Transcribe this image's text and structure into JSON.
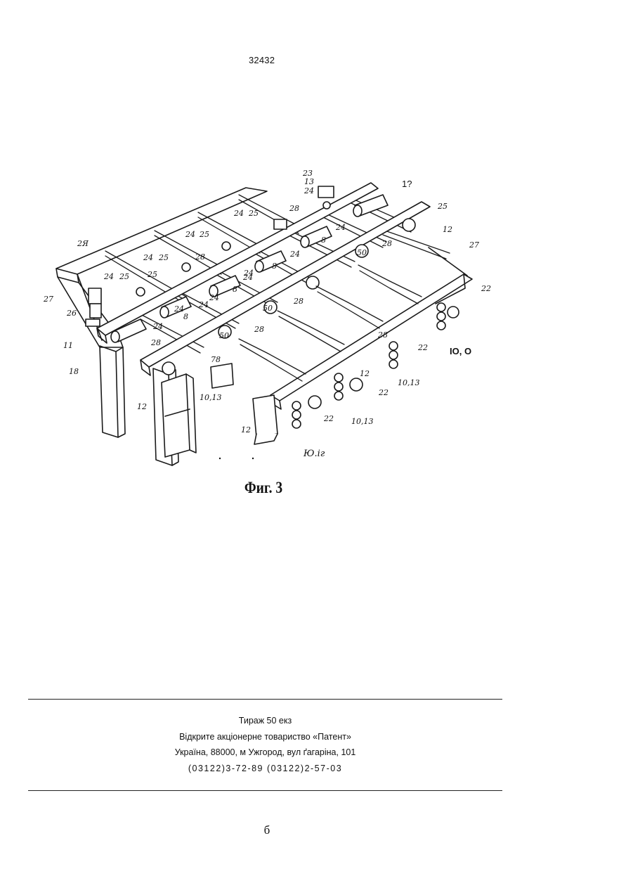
{
  "header": {
    "patent_number": "32432"
  },
  "figure": {
    "caption": "Фиг. 3",
    "part_labels": [
      "23",
      "13",
      "24",
      "1?",
      "25",
      "24",
      "25",
      "28",
      "2Я",
      "24",
      "25",
      "24",
      "12",
      "24",
      "25",
      "8",
      "27",
      "24",
      "25",
      "28",
      "28",
      "8",
      "50",
      "24",
      "25",
      "24",
      "27",
      "24",
      "8",
      "24",
      "28",
      "22",
      "26",
      "24",
      "8",
      "50",
      "24",
      "28",
      "11",
      "18",
      "24",
      "28",
      "22",
      "50",
      "78",
      "28",
      "12",
      "10,13",
      "12",
      "22",
      "10,13",
      "IO, O",
      "12",
      "22",
      "10,13",
      "Ю.іг"
    ]
  },
  "footer": {
    "imprint": [
      "Тираж 50 екз",
      "Відкрите акціонерне товариство «Патент»",
      "Україна, 88000, м Ужгород, вул ґагаріна, 101",
      "(03122)3-72-89 (03122)2-57-03"
    ],
    "page_number": "б"
  }
}
